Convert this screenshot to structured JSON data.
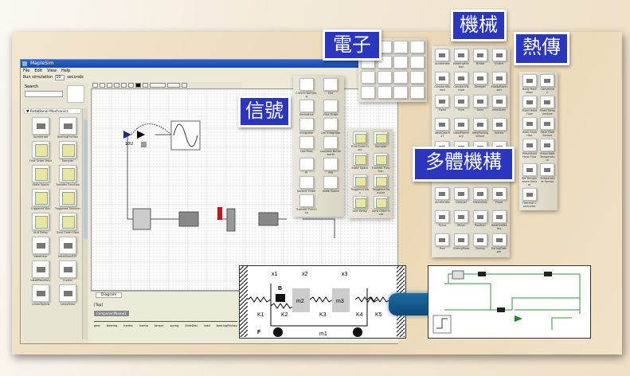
{
  "window": {
    "title": "MapleSim",
    "menu": [
      "File",
      "Edit",
      "View",
      "Help"
    ],
    "run_label": "Run simulation",
    "run_value": "10",
    "run_unit": "seconds"
  },
  "sidebar": {
    "search_label": "Search",
    "search_value": "",
    "library_header": "Rotational Mechanics",
    "blocks": [
      "Accelerate",
      "BearingFriction",
      "First Order Hold",
      "Sampler",
      "State Space",
      "Transfer Function",
      "Triggered Max",
      "Triggered Sampler",
      "Unit Delay",
      "Zero Order Hold",
      "IdealGear",
      "IdealGearR2T",
      "IdealPlanetary",
      "Inertia",
      "LinearSpeed",
      "LossyGear"
    ]
  },
  "bottom": {
    "tab": "Diagram",
    "top": "[Top]",
    "chip": "ComponentName1",
    "crumbs": [
      "gear",
      "bearing",
      "inertia",
      "inertia",
      "torque",
      "spring",
      "SlideDisc",
      "load",
      "bearingFriction"
    ]
  },
  "canvas": {
    "source_label": "10U"
  },
  "tags": {
    "signal": "信號",
    "electronics": "電子",
    "mechanical": "機械",
    "thermal": "熱傳",
    "multibody": "多體機構"
  },
  "palettes": {
    "signal": [
      "Critical Damping",
      "Der",
      "Derivative",
      "First Order",
      "Integrator",
      "Lim Integrator",
      "Low Pass",
      "Lowpass Butterworth",
      "PI",
      "PID",
      "Second Order",
      "State Space",
      "Transfer Function"
    ],
    "sampled": [
      "First Order Hold",
      "Sampler",
      "State Space",
      "Transfer Function",
      "Triggered Max",
      "Triggered Sampler",
      "Unit Delay",
      "Zero Order Hold"
    ],
    "electronics": [
      "",
      "",
      "",
      "",
      "",
      "",
      "",
      "",
      "",
      "",
      "",
      "",
      "",
      "",
      "",
      ""
    ],
    "mechanical": [
      "Accelerate",
      "BearingFriction",
      "Brake",
      "Clutch",
      "ConstantSpeed",
      "ConstantTorque",
      "Damper",
      "ElastoBacklash",
      "Fixed",
      "Free",
      "Gear",
      "IdealGear",
      "IdealGearR2T",
      "IdealPlanetary",
      "IdealRollingWheel",
      "Inertia",
      "",
      "",
      "",
      "",
      "",
      "",
      "",
      "",
      "Accelerate",
      "Damper",
      "ElastoGap",
      "Fixed",
      "Force",
      "Move",
      "Position",
      "RelativeStates",
      "Rod",
      "SlidingMass",
      "Spring",
      "SpringDamper"
    ],
    "thermal": [
      "Body Radiation",
      "Convection",
      "Fixed Heat Flow",
      "Fixed Temperature",
      "Heat Capacitor",
      "Heat Flow Sensor",
      "Prescribed Heat Flow",
      "Prescribed Temperature",
      "Rel Temperature Sensor",
      "Temperature Sensor",
      "Thermal Conductor"
    ]
  },
  "mass_spring": {
    "labels": [
      "x1",
      "x2",
      "x3",
      "B",
      "m2",
      "m3",
      "K1",
      "K2",
      "K3",
      "K4",
      "K5",
      "F",
      "m1"
    ]
  },
  "colors": {
    "tag_bg": "#2a35c0",
    "titlebar": "#1b48a8",
    "connector": "#0c4a7a",
    "wire": "#2e9a3a"
  }
}
